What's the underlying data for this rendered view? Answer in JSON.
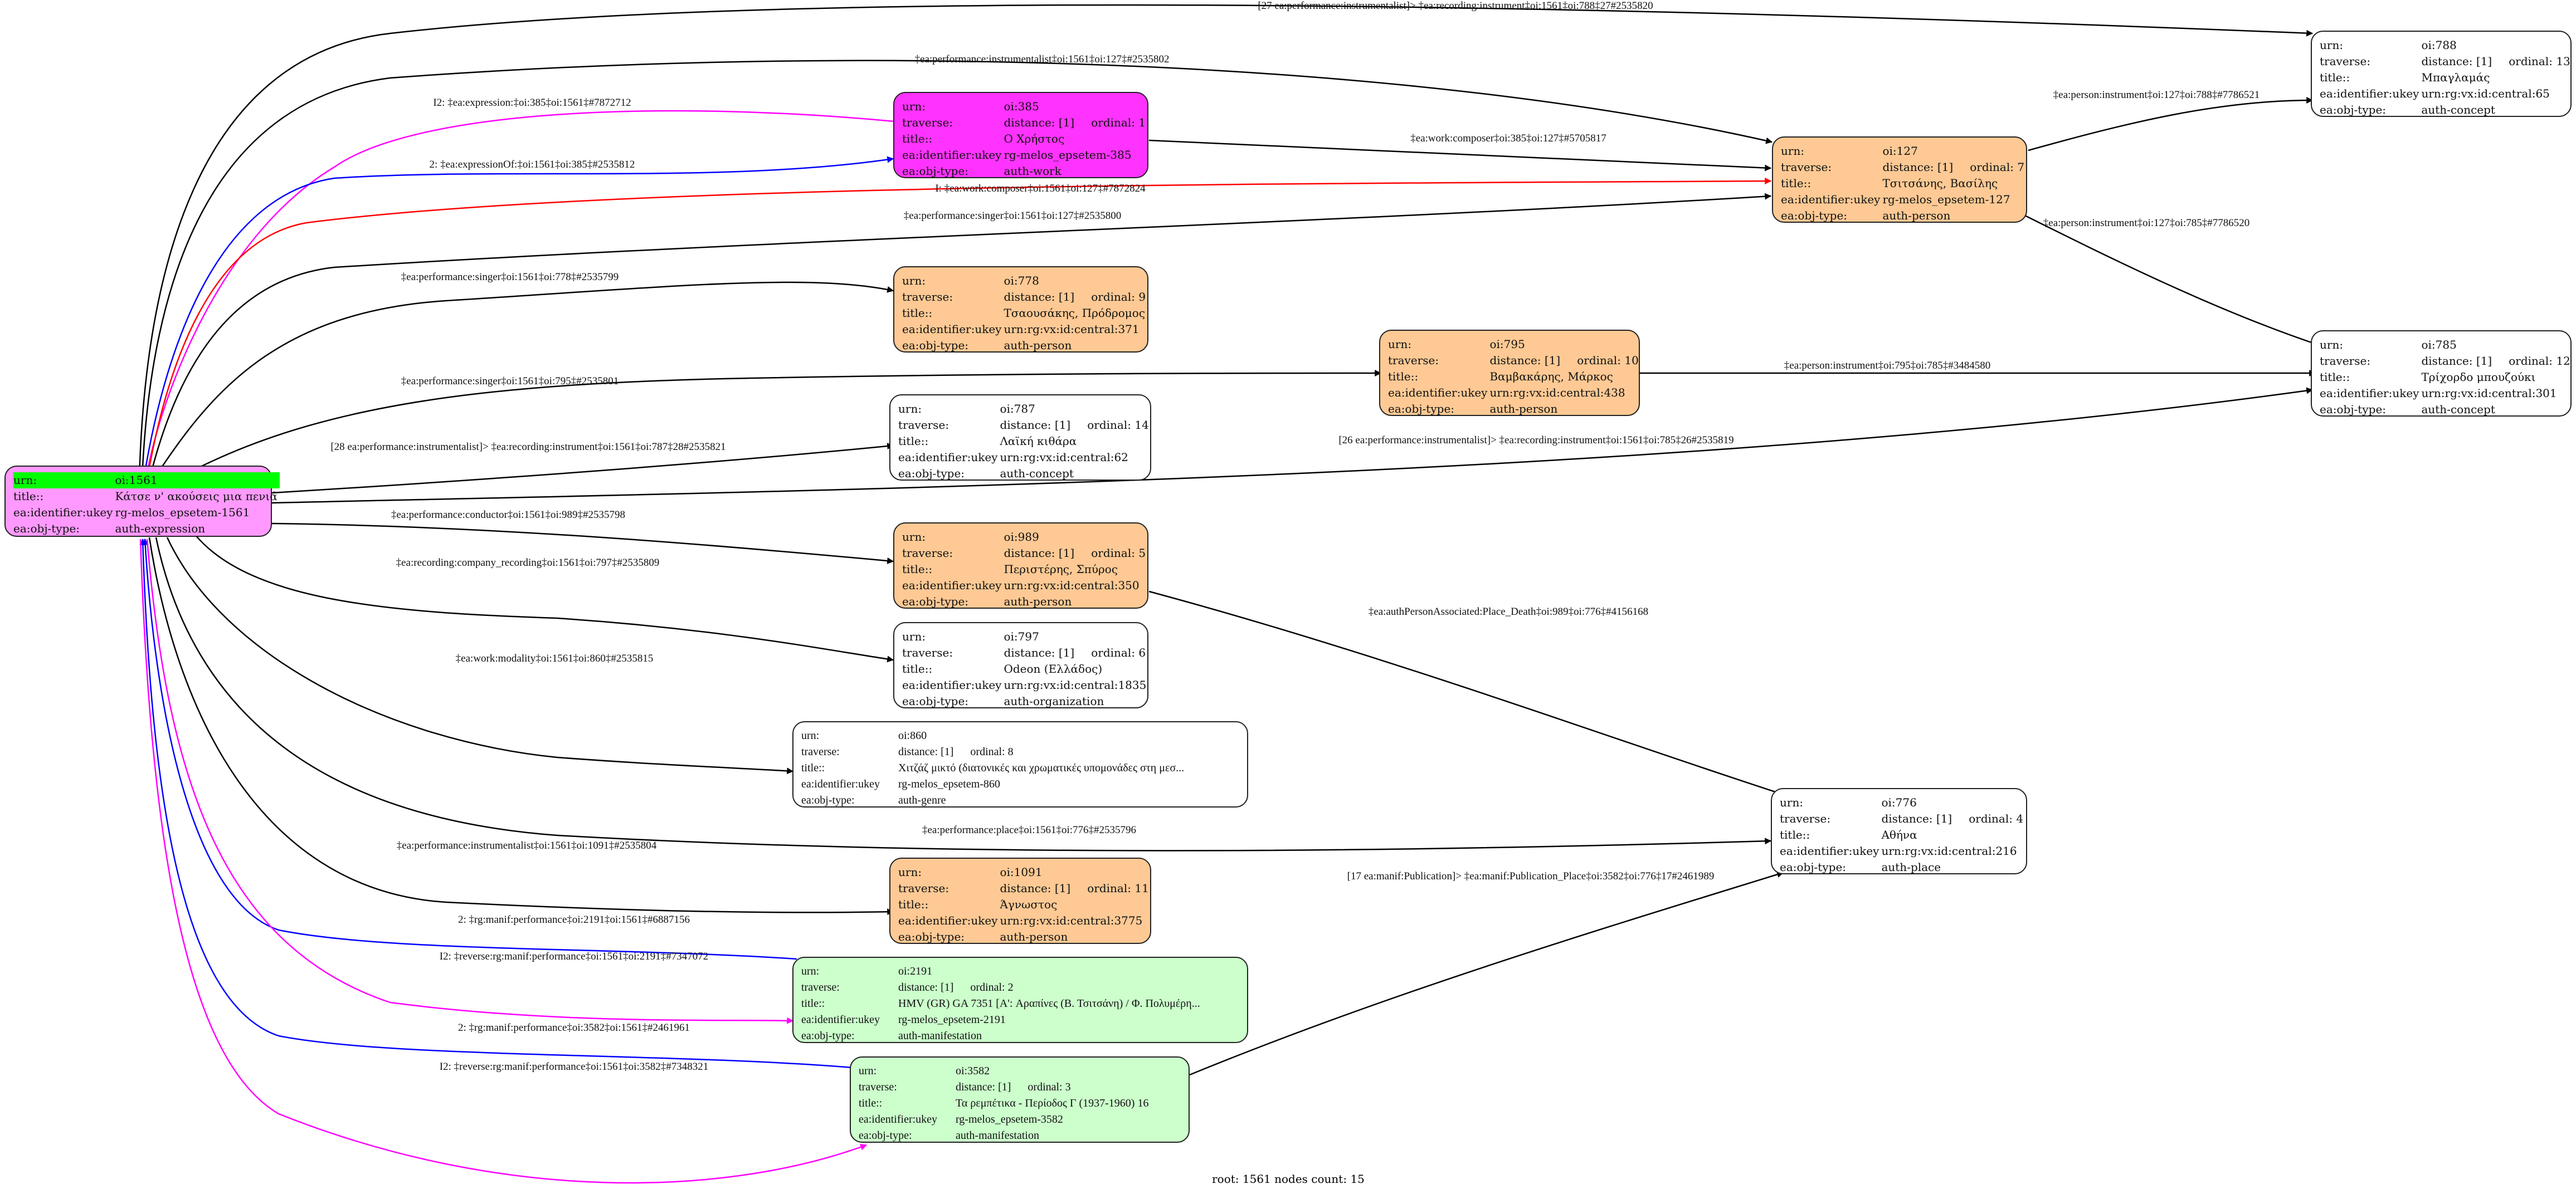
{
  "footer": "root: 1561 nodes count: 15",
  "colors": {
    "person": "#fec994",
    "work": "#ff33ff",
    "expression": "#ff99ff",
    "manifestation": "#ccffcc",
    "root_highlight": "#00ff00",
    "edge_default": "#000000",
    "edge_blue": "#0000ff",
    "edge_magenta": "#ff00ff",
    "edge_red": "#ff0000"
  },
  "labels": {
    "urn": "urn:",
    "traverse": "traverse:",
    "title": "title::",
    "ukey": "ea:identifier:ukey",
    "objtype": "ea:obj-type:"
  },
  "nodes": {
    "n1561": {
      "urn": "oi:1561",
      "title": "Κάτσε ν' ακούσεις μια πενιά",
      "ukey": "rg-melos_epsetem-1561",
      "objtype": "auth-expression"
    },
    "n385": {
      "urn": "oi:385",
      "distance": "distance: [1]",
      "ordinal": "ordinal: 1",
      "title": "Ο Χρήστος",
      "ukey": "rg-melos_epsetem-385",
      "objtype": "auth-work"
    },
    "n127": {
      "urn": "oi:127",
      "distance": "distance: [1]",
      "ordinal": "ordinal: 7",
      "title": "Τσιτσάνης, Βασίλης",
      "ukey": "rg-melos_epsetem-127",
      "objtype": "auth-person"
    },
    "n788": {
      "urn": "oi:788",
      "distance": "distance: [1]",
      "ordinal": "ordinal: 13",
      "title": "Μπαγλαμάς",
      "ukey": "urn:rg:vx:id:central:65",
      "objtype": "auth-concept"
    },
    "n778": {
      "urn": "oi:778",
      "distance": "distance: [1]",
      "ordinal": "ordinal: 9",
      "title": "Τσαουσάκης, Πρόδρομος",
      "ukey": "urn:rg:vx:id:central:371",
      "objtype": "auth-person"
    },
    "n795": {
      "urn": "oi:795",
      "distance": "distance: [1]",
      "ordinal": "ordinal: 10",
      "title": "Βαμβακάρης, Μάρκος",
      "ukey": "urn:rg:vx:id:central:438",
      "objtype": "auth-person"
    },
    "n785": {
      "urn": "oi:785",
      "distance": "distance: [1]",
      "ordinal": "ordinal: 12",
      "title": "Τρίχορδο μπουζούκι",
      "ukey": "urn:rg:vx:id:central:301",
      "objtype": "auth-concept"
    },
    "n787": {
      "urn": "oi:787",
      "distance": "distance: [1]",
      "ordinal": "ordinal: 14",
      "title": "Λαϊκή κιθάρα",
      "ukey": "urn:rg:vx:id:central:62",
      "objtype": "auth-concept"
    },
    "n989": {
      "urn": "oi:989",
      "distance": "distance: [1]",
      "ordinal": "ordinal: 5",
      "title": "Περιστέρης, Σπύρος",
      "ukey": "urn:rg:vx:id:central:350",
      "objtype": "auth-person"
    },
    "n797": {
      "urn": "oi:797",
      "distance": "distance: [1]",
      "ordinal": "ordinal: 6",
      "title": "Odeon (Ελλάδος)",
      "ukey": "urn:rg:vx:id:central:1835",
      "objtype": "auth-organization"
    },
    "n860": {
      "urn": "oi:860",
      "distance": "distance: [1]",
      "ordinal": "ordinal: 8",
      "title": "Χιτζάζ μικτό (διατονικές και χρωματικές υπομονάδες στη μεσ...",
      "ukey": "rg-melos_epsetem-860",
      "objtype": "auth-genre"
    },
    "n776": {
      "urn": "oi:776",
      "distance": "distance: [1]",
      "ordinal": "ordinal: 4",
      "title": "Αθήνα",
      "ukey": "urn:rg:vx:id:central:216",
      "objtype": "auth-place"
    },
    "n1091": {
      "urn": "oi:1091",
      "distance": "distance: [1]",
      "ordinal": "ordinal: 11",
      "title": "Άγνωστος",
      "ukey": "urn:rg:vx:id:central:3775",
      "objtype": "auth-person"
    },
    "n2191": {
      "urn": "oi:2191",
      "distance": "distance: [1]",
      "ordinal": "ordinal: 2",
      "title": "HMV (GR) GA 7351 [A': Αραπίνες (Β. Τσιτσάνη) / Φ. Πολυμέρη...",
      "ukey": "rg-melos_epsetem-2191",
      "objtype": "auth-manifestation"
    },
    "n3582": {
      "urn": "oi:3582",
      "distance": "distance: [1]",
      "ordinal": "ordinal: 3",
      "title": "Τα ρεμπέτικα - Περίοδος Γ (1937-1960) 16",
      "ukey": "rg-melos_epsetem-3582",
      "objtype": "auth-manifestation"
    }
  },
  "edges": [
    {
      "id": "e1",
      "label": "[27 ea:performance:instrumentalist]> ‡ea:recording:instrument‡oi:1561‡oi:788‡27#2535820",
      "color": "edge_default"
    },
    {
      "id": "e2",
      "label": "‡ea:performance:instrumentalist‡oi:1561‡oi:127‡#2535802",
      "color": "edge_default"
    },
    {
      "id": "e3",
      "label": "I2: ‡ea:expression:‡oi:385‡oi:1561‡#7872712",
      "color": "edge_magenta"
    },
    {
      "id": "e4",
      "label": "2: ‡ea:expressionOf:‡oi:1561‡oi:385‡#2535812",
      "color": "edge_blue"
    },
    {
      "id": "e5",
      "label": "‡ea:work:composer‡oi:385‡oi:127‡#5705817",
      "color": "edge_default"
    },
    {
      "id": "e6",
      "label": "I: ‡ea:work:composer‡oi:1561‡oi:127‡#7872824",
      "color": "edge_red"
    },
    {
      "id": "e7",
      "label": "‡ea:performance:singer‡oi:1561‡oi:127‡#2535800",
      "color": "edge_default"
    },
    {
      "id": "e8",
      "label": "‡ea:person:instrument‡oi:127‡oi:788‡#7786521",
      "color": "edge_default"
    },
    {
      "id": "e9",
      "label": "‡ea:person:instrument‡oi:127‡oi:785‡#7786520",
      "color": "edge_default"
    },
    {
      "id": "e10",
      "label": "‡ea:performance:singer‡oi:1561‡oi:778‡#2535799",
      "color": "edge_default"
    },
    {
      "id": "e11",
      "label": "‡ea:performance:singer‡oi:1561‡oi:795‡#2535801",
      "color": "edge_default"
    },
    {
      "id": "e12",
      "label": "‡ea:person:instrument‡oi:795‡oi:785‡#3484580",
      "color": "edge_default"
    },
    {
      "id": "e13",
      "label": "[28 ea:performance:instrumentalist]> ‡ea:recording:instrument‡oi:1561‡oi:787‡28#2535821",
      "color": "edge_default"
    },
    {
      "id": "e14",
      "label": "[26 ea:performance:instrumentalist]> ‡ea:recording:instrument‡oi:1561‡oi:785‡26#2535819",
      "color": "edge_default"
    },
    {
      "id": "e15",
      "label": "‡ea:performance:conductor‡oi:1561‡oi:989‡#2535798",
      "color": "edge_default"
    },
    {
      "id": "e16",
      "label": "‡ea:recording:company_recording‡oi:1561‡oi:797‡#2535809",
      "color": "edge_default"
    },
    {
      "id": "e17",
      "label": "‡ea:authPersonAssociated:Place_Death‡oi:989‡oi:776‡#4156168",
      "color": "edge_default"
    },
    {
      "id": "e18",
      "label": "‡ea:work:modality‡oi:1561‡oi:860‡#2535815",
      "color": "edge_default"
    },
    {
      "id": "e19",
      "label": "‡ea:performance:place‡oi:1561‡oi:776‡#2535796",
      "color": "edge_default"
    },
    {
      "id": "e20",
      "label": "‡ea:performance:instrumentalist‡oi:1561‡oi:1091‡#2535804",
      "color": "edge_default"
    },
    {
      "id": "e21",
      "label": "[17 ea:manif:Publication]> ‡ea:manif:Publication_Place‡oi:3582‡oi:776‡17#2461989",
      "color": "edge_default"
    },
    {
      "id": "e22",
      "label": "2: ‡rg:manif:performance‡oi:2191‡oi:1561‡#6887156",
      "color": "edge_blue"
    },
    {
      "id": "e23",
      "label": "I2: ‡reverse:rg:manif:performance‡oi:1561‡oi:2191‡#7347072",
      "color": "edge_magenta"
    },
    {
      "id": "e24",
      "label": "2: ‡rg:manif:performance‡oi:3582‡oi:1561‡#2461961",
      "color": "edge_blue"
    },
    {
      "id": "e25",
      "label": "I2: ‡reverse:rg:manif:performance‡oi:1561‡oi:3582‡#7348321",
      "color": "edge_magenta"
    }
  ]
}
